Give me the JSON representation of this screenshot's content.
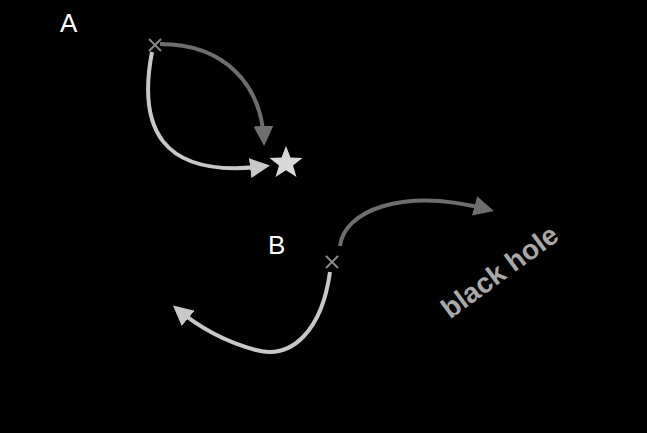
{
  "diagram": {
    "nodes": [
      {
        "text": [
          "black hole"
        ]
      }
    ],
    "labels": [
      "A",
      "B"
    ]
  }
}
